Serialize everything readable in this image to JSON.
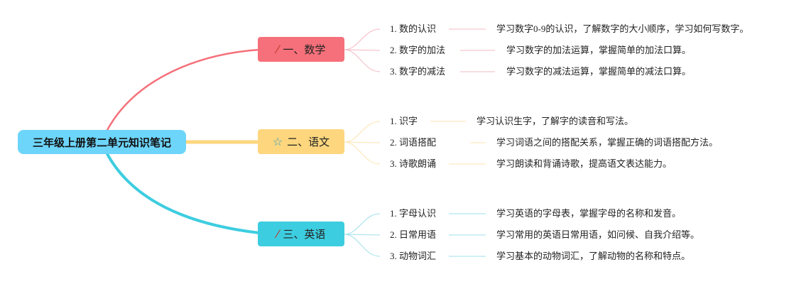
{
  "root": {
    "label": "三年级上册第二单元知识笔记"
  },
  "branches": [
    {
      "label": "一、数学",
      "icon": "magic-wand-icon",
      "color": "#f5707a",
      "items": [
        {
          "label": "1. 数的认识",
          "desc": "学习数字0-9的认识，了解数字的大小顺序，学习如何写数字。"
        },
        {
          "label": "2. 数字的加法",
          "desc": "学习数字的加法运算，掌握简单的加法口算。"
        },
        {
          "label": "3. 数字的减法",
          "desc": "学习数字的减法运算，掌握简单的减法口算。"
        }
      ]
    },
    {
      "label": "二、语文",
      "icon": "star-icon",
      "color": "#fdd67e",
      "items": [
        {
          "label": "1. 识字",
          "desc": "学习认识生字，了解字的读音和写法。"
        },
        {
          "label": "2. 词语搭配",
          "desc": "学习词语之间的搭配关系，掌握正确的词语搭配方法。"
        },
        {
          "label": "3. 诗歌朗诵",
          "desc": "学习朗读和背诵诗歌，提高语文表达能力。"
        }
      ]
    },
    {
      "label": "三、英语",
      "icon": "magic-wand-icon",
      "color": "#3dcde0",
      "items": [
        {
          "label": "1. 字母认识",
          "desc": "学习英语的字母表，掌握字母的名称和发音。"
        },
        {
          "label": "2. 日常用语",
          "desc": "学习常用的英语日常用语，如问候、自我介绍等。"
        },
        {
          "label": "3. 动物词汇",
          "desc": "学习基本的动物词汇，了解动物的名称和特点。"
        }
      ]
    }
  ]
}
